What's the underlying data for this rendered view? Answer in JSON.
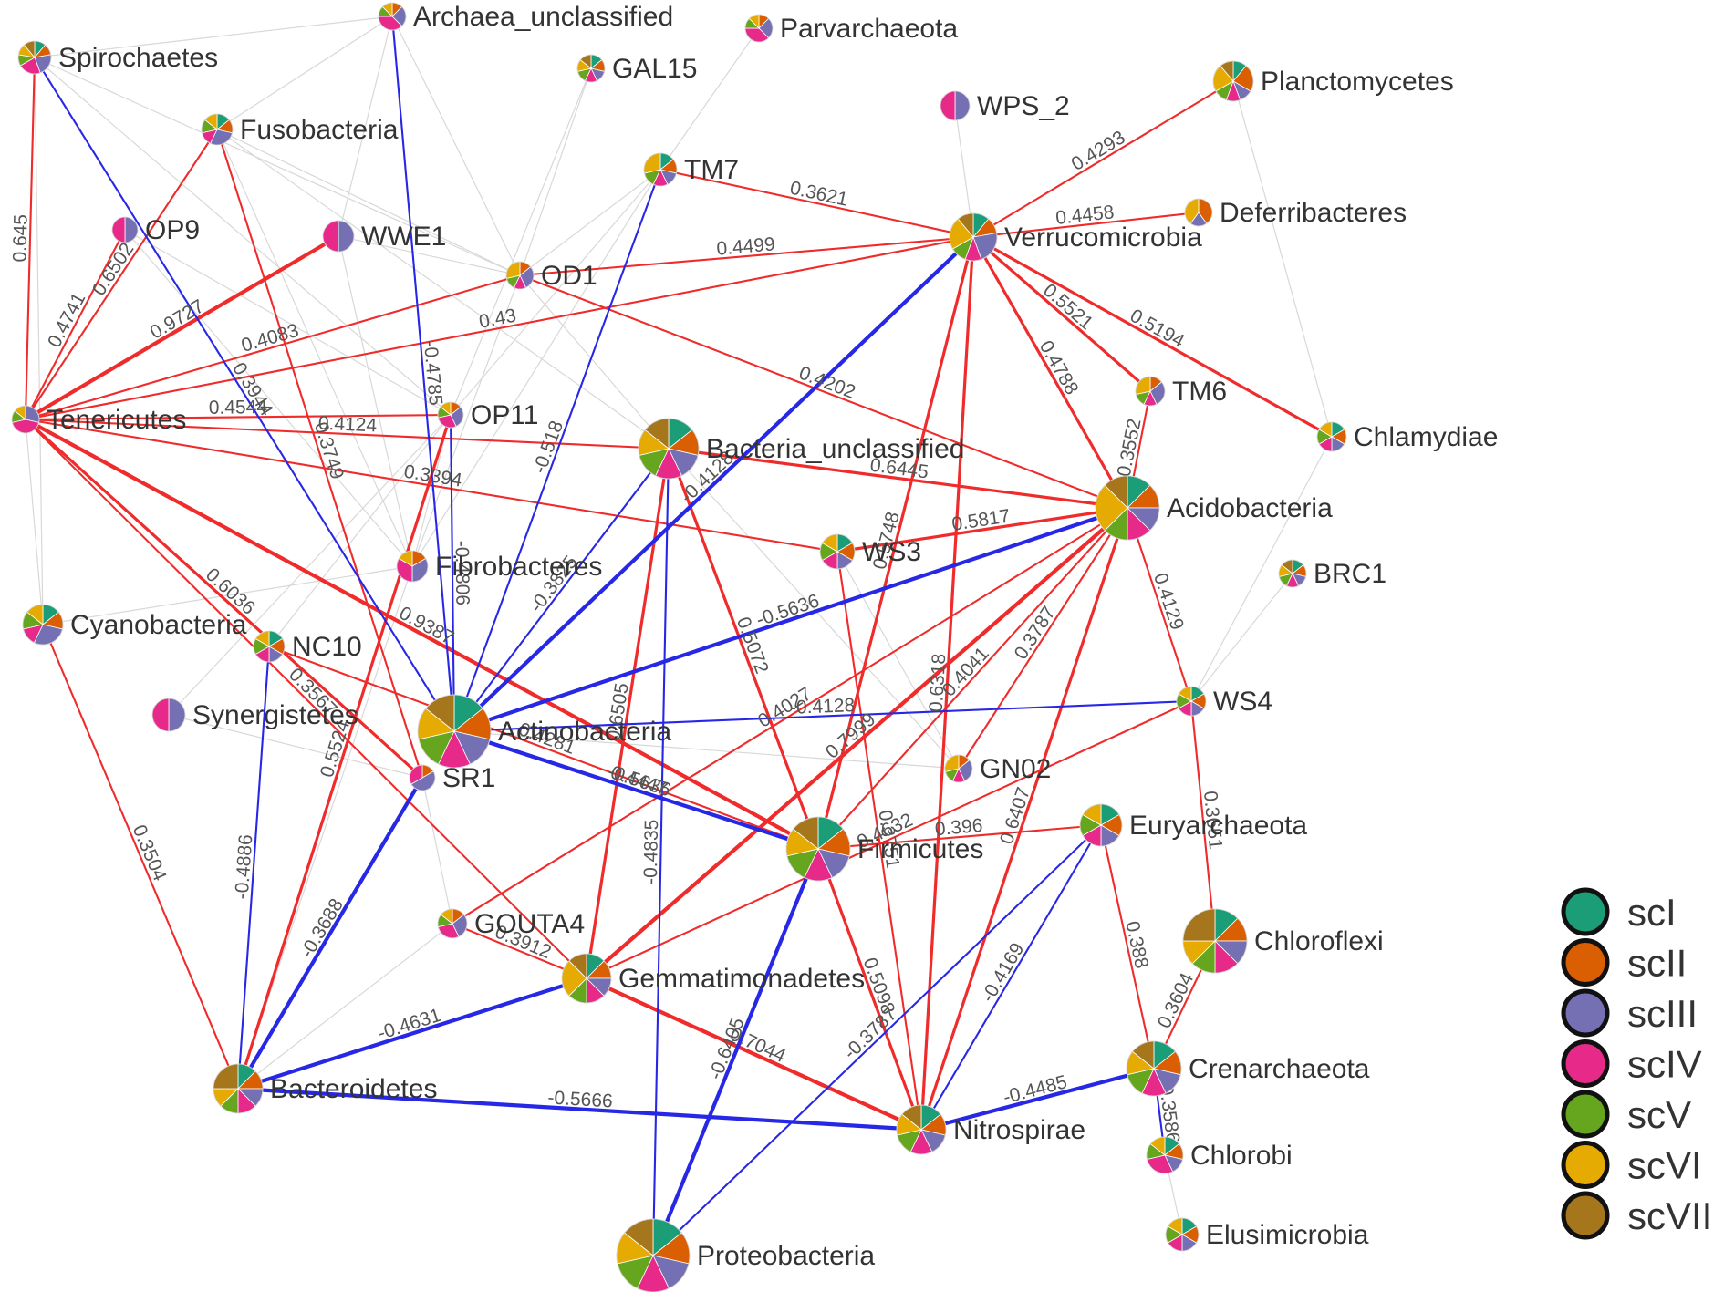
{
  "legend": [
    {
      "label": "scI",
      "color": "#1b9e77"
    },
    {
      "label": "scII",
      "color": "#d95f02"
    },
    {
      "label": "scIII",
      "color": "#7570b3"
    },
    {
      "label": "scIV",
      "color": "#e7298a"
    },
    {
      "label": "scV",
      "color": "#66a61e"
    },
    {
      "label": "scVI",
      "color": "#e6ab02"
    },
    {
      "label": "scVII",
      "color": "#a6761d"
    }
  ],
  "nodes": [
    {
      "id": "Spirochaetes",
      "label": "Spirochaetes",
      "shares": [
        1,
        1,
        2,
        2,
        1,
        1,
        1
      ]
    },
    {
      "id": "Archaea_unclassified",
      "label": "Archaea_unclassified",
      "shares": [
        0,
        1,
        2,
        3,
        1,
        1,
        0
      ]
    },
    {
      "id": "Parvarchaeota",
      "label": "Parvarchaeota",
      "shares": [
        0,
        1,
        2,
        3,
        1,
        1,
        0
      ]
    },
    {
      "id": "GAL15",
      "label": "GAL15",
      "shares": [
        1,
        1,
        1,
        1,
        1,
        1,
        1
      ]
    },
    {
      "id": "Fusobacteria",
      "label": "Fusobacteria",
      "shares": [
        1,
        1,
        2,
        1,
        1,
        1,
        0
      ]
    },
    {
      "id": "WPS_2",
      "label": "WPS_2",
      "shares": [
        0,
        0,
        3,
        3,
        0,
        0,
        0
      ]
    },
    {
      "id": "Planctomycetes",
      "label": "Planctomycetes",
      "shares": [
        1,
        2,
        1,
        1,
        1,
        2,
        1
      ]
    },
    {
      "id": "TM7",
      "label": "TM7",
      "shares": [
        1,
        1,
        1,
        1,
        1,
        2,
        0
      ]
    },
    {
      "id": "OP9",
      "label": "OP9",
      "shares": [
        0,
        0,
        3,
        3,
        0,
        0,
        0
      ]
    },
    {
      "id": "WWE1",
      "label": "WWE1",
      "shares": [
        0,
        0,
        3,
        3,
        0,
        0,
        0
      ]
    },
    {
      "id": "Deferribacteres",
      "label": "Deferribacteres",
      "shares": [
        0,
        2,
        1,
        0,
        0,
        2,
        0
      ]
    },
    {
      "id": "Verrucomicrobia",
      "label": "Verrucomicrobia",
      "shares": [
        1,
        1,
        2,
        1,
        1,
        2,
        1
      ]
    },
    {
      "id": "OD1",
      "label": "OD1",
      "shares": [
        0,
        1,
        2,
        1,
        1,
        2,
        0
      ]
    },
    {
      "id": "TM6",
      "label": "TM6",
      "shares": [
        0,
        1,
        2,
        1,
        1,
        2,
        0
      ]
    },
    {
      "id": "Tenericutes",
      "label": "Tenericutes",
      "shares": [
        0,
        0,
        2,
        3,
        1,
        1,
        0
      ]
    },
    {
      "id": "OP11",
      "label": "OP11",
      "shares": [
        0,
        1,
        2,
        2,
        1,
        1,
        0
      ]
    },
    {
      "id": "Bacteria_unclassified",
      "label": "Bacteria_unclassified",
      "shares": [
        1,
        1,
        1,
        1,
        1,
        1,
        1
      ]
    },
    {
      "id": "Chlamydiae",
      "label": "Chlamydiae",
      "shares": [
        1,
        1,
        1,
        1,
        1,
        1,
        0
      ]
    },
    {
      "id": "Acidobacteria",
      "label": "Acidobacteria",
      "shares": [
        1,
        1,
        1,
        1,
        1,
        2,
        1
      ]
    },
    {
      "id": "WS3",
      "label": "WS3",
      "shares": [
        1,
        1,
        1,
        1,
        1,
        1,
        0
      ]
    },
    {
      "id": "Fibrobacteres",
      "label": "Fibrobacteres",
      "shares": [
        0,
        1,
        2,
        2,
        0,
        1,
        0
      ]
    },
    {
      "id": "BRC1",
      "label": "BRC1",
      "shares": [
        1,
        1,
        1,
        1,
        1,
        1,
        1
      ]
    },
    {
      "id": "Cyanobacteria",
      "label": "Cyanobacteria",
      "shares": [
        1,
        1,
        2,
        1,
        1,
        1,
        0
      ]
    },
    {
      "id": "NC10",
      "label": "NC10",
      "shares": [
        1,
        1,
        1,
        1,
        1,
        1,
        0
      ]
    },
    {
      "id": "Synergistetes",
      "label": "Synergistetes",
      "shares": [
        0,
        0,
        3,
        3,
        0,
        0,
        0
      ]
    },
    {
      "id": "WS4",
      "label": "WS4",
      "shares": [
        1,
        1,
        1,
        1,
        1,
        1,
        0
      ]
    },
    {
      "id": "Actinobacteria",
      "label": "Actinobacteria",
      "shares": [
        1,
        1,
        1,
        1,
        1,
        1,
        1
      ]
    },
    {
      "id": "GN02",
      "label": "GN02",
      "shares": [
        0,
        1,
        2,
        1,
        1,
        2,
        0
      ]
    },
    {
      "id": "SR1",
      "label": "SR1",
      "shares": [
        0,
        1,
        3,
        2,
        0,
        0,
        0
      ]
    },
    {
      "id": "Euryarchaeota",
      "label": "Euryarchaeota",
      "shares": [
        1,
        1,
        1,
        1,
        1,
        1,
        0
      ]
    },
    {
      "id": "Firmicutes",
      "label": "Firmicutes",
      "shares": [
        1,
        1,
        1,
        1,
        1,
        1,
        1
      ]
    },
    {
      "id": "GOUTA4",
      "label": "GOUTA4",
      "shares": [
        0,
        1,
        2,
        2,
        1,
        1,
        0
      ]
    },
    {
      "id": "Chloroflexi",
      "label": "Chloroflexi",
      "shares": [
        1,
        1,
        1,
        1,
        1,
        1,
        2
      ]
    },
    {
      "id": "Gemmatimonadetes",
      "label": "Gemmatimonadetes",
      "shares": [
        1,
        1,
        1,
        1,
        1,
        2,
        1
      ]
    },
    {
      "id": "Crenarchaeota",
      "label": "Crenarchaeota",
      "shares": [
        1,
        1,
        1,
        1,
        1,
        1,
        1
      ]
    },
    {
      "id": "Bacteroidetes",
      "label": "Bacteroidetes",
      "shares": [
        1,
        1,
        1,
        1,
        1,
        1,
        2
      ]
    },
    {
      "id": "Nitrospirae",
      "label": "Nitrospirae",
      "shares": [
        1,
        1,
        1,
        1,
        1,
        1,
        1
      ]
    },
    {
      "id": "Chlorobi",
      "label": "Chlorobi",
      "shares": [
        1,
        1,
        1,
        2,
        1,
        1,
        0
      ]
    },
    {
      "id": "Elusimicrobia",
      "label": "Elusimicrobia",
      "shares": [
        1,
        1,
        1,
        1,
        1,
        1,
        0
      ]
    },
    {
      "id": "Proteobacteria",
      "label": "Proteobacteria",
      "shares": [
        1,
        1,
        1,
        1,
        1,
        1,
        1
      ]
    }
  ],
  "edges": [
    {
      "from": "Tenericutes",
      "to": "Spirochaetes",
      "label": "0.645",
      "sign": "positive",
      "strength": 1
    },
    {
      "from": "Tenericutes",
      "to": "Fusobacteria",
      "label": "0.6502",
      "sign": "positive",
      "strength": 1
    },
    {
      "from": "Tenericutes",
      "to": "OP9",
      "label": "0.4741",
      "sign": "positive",
      "strength": 1
    },
    {
      "from": "Tenericutes",
      "to": "WWE1",
      "label": "0.9727",
      "sign": "positive",
      "strength": 3
    },
    {
      "from": "Tenericutes",
      "to": "OD1",
      "label": "0.4083",
      "sign": "positive",
      "strength": 1
    },
    {
      "from": "Tenericutes",
      "to": "Verrucomicrobia",
      "label": "0.43",
      "sign": "positive",
      "strength": 1
    },
    {
      "from": "Tenericutes",
      "to": "OP11",
      "label": "0.4544",
      "sign": "positive",
      "strength": 1
    },
    {
      "from": "Tenericutes",
      "to": "Bacteria_unclassified",
      "label": "0.4124",
      "sign": "positive",
      "strength": 1
    },
    {
      "from": "Tenericutes",
      "to": "WS3",
      "label": "0.3394",
      "sign": "positive",
      "strength": 1
    },
    {
      "from": "Tenericutes",
      "to": "Firmicutes",
      "label": "0.9387",
      "sign": "positive",
      "strength": 3
    },
    {
      "from": "Tenericutes",
      "to": "SR1",
      "label": "0.6036",
      "sign": "positive",
      "strength": 2
    },
    {
      "from": "Tenericutes",
      "to": "Gemmatimonadetes",
      "label": "0.3567",
      "sign": "positive",
      "strength": 1
    },
    {
      "from": "TM7",
      "to": "Verrucomicrobia",
      "label": "0.3621",
      "sign": "positive",
      "strength": 1
    },
    {
      "from": "OD1",
      "to": "Verrucomicrobia",
      "label": "0.4499",
      "sign": "positive",
      "strength": 1
    },
    {
      "from": "Verrucomicrobia",
      "to": "Planctomycetes",
      "label": "0.4293",
      "sign": "positive",
      "strength": 1
    },
    {
      "from": "Verrucomicrobia",
      "to": "Deferribacteres",
      "label": "0.4458",
      "sign": "positive",
      "strength": 1
    },
    {
      "from": "Verrucomicrobia",
      "to": "TM6",
      "label": "0.5521",
      "sign": "positive",
      "strength": 2
    },
    {
      "from": "Verrucomicrobia",
      "to": "Chlamydiae",
      "label": "0.5194",
      "sign": "positive",
      "strength": 2
    },
    {
      "from": "Verrucomicrobia",
      "to": "Acidobacteria",
      "label": "0.4788",
      "sign": "positive",
      "strength": 2
    },
    {
      "from": "Verrucomicrobia",
      "to": "Firmicutes",
      "label": "0.5748",
      "sign": "positive",
      "strength": 2
    },
    {
      "from": "Verrucomicrobia",
      "to": "Nitrospirae",
      "label": "0.6318",
      "sign": "positive",
      "strength": 2
    },
    {
      "from": "OD1",
      "to": "Acidobacteria",
      "label": "0.4202",
      "sign": "positive",
      "strength": 1
    },
    {
      "from": "TM6",
      "to": "Acidobacteria",
      "label": "0.3552",
      "sign": "positive",
      "strength": 1
    },
    {
      "from": "Bacteria_unclassified",
      "to": "Acidobacteria",
      "label": "0.6445",
      "sign": "positive",
      "strength": 2
    },
    {
      "from": "WS3",
      "to": "Acidobacteria",
      "label": "0.5817",
      "sign": "positive",
      "strength": 2
    },
    {
      "from": "Acidobacteria",
      "to": "WS4",
      "label": "0.4129",
      "sign": "positive",
      "strength": 1
    },
    {
      "from": "Acidobacteria",
      "to": "GN02",
      "label": "0.3787",
      "sign": "positive",
      "strength": 1
    },
    {
      "from": "Acidobacteria",
      "to": "Gemmatimonadetes",
      "label": "0.7999",
      "sign": "positive",
      "strength": 3
    },
    {
      "from": "Acidobacteria",
      "to": "Nitrospirae",
      "label": "0.6407",
      "sign": "positive",
      "strength": 2
    },
    {
      "from": "Acidobacteria",
      "to": "GOUTA4",
      "label": "0.4027",
      "sign": "positive",
      "strength": 1
    },
    {
      "from": "Acidobacteria",
      "to": "Firmicutes",
      "label": "0.4041",
      "sign": "positive",
      "strength": 1
    },
    {
      "from": "WS4",
      "to": "Chloroflexi",
      "label": "0.3651",
      "sign": "positive",
      "strength": 1
    },
    {
      "from": "Bacteria_unclassified",
      "to": "Gemmatimonadetes",
      "label": "0.6505",
      "sign": "positive",
      "strength": 2
    },
    {
      "from": "Bacteria_unclassified",
      "to": "Firmicutes",
      "label": "0.5072",
      "sign": "positive",
      "strength": 2
    },
    {
      "from": "WS3",
      "to": "Nitrospirae",
      "label": "0.3751",
      "sign": "positive",
      "strength": 1
    },
    {
      "from": "Firmicutes",
      "to": "Euryarchaeota",
      "label": "0.396",
      "sign": "positive",
      "strength": 1
    },
    {
      "from": "Firmicutes",
      "to": "Nitrospirae",
      "label": "0.5098",
      "sign": "positive",
      "strength": 2
    },
    {
      "from": "Actinobacteria",
      "to": "Firmicutes",
      "label": "0.4447",
      "sign": "positive",
      "strength": 1
    },
    {
      "from": "Gemmatimonadetes",
      "to": "Nitrospirae",
      "label": "0.7044",
      "sign": "positive",
      "strength": 3
    },
    {
      "from": "GOUTA4",
      "to": "Gemmatimonadetes",
      "label": "0.3912",
      "sign": "positive",
      "strength": 1
    },
    {
      "from": "Gemmatimonadetes",
      "to": "WS4",
      "label": "0.4632",
      "sign": "positive",
      "strength": 1
    },
    {
      "from": "Euryarchaeota",
      "to": "Crenarchaeota",
      "label": "0.388",
      "sign": "positive",
      "strength": 1
    },
    {
      "from": "Chloroflexi",
      "to": "Crenarchaeota",
      "label": "0.3604",
      "sign": "positive",
      "strength": 1
    },
    {
      "from": "Fusobacteria",
      "to": "SR1",
      "label": "0.3749",
      "sign": "positive",
      "strength": 1
    },
    {
      "from": "NC10",
      "to": "Firmicutes",
      "label": "0.4281",
      "sign": "positive",
      "strength": 1
    },
    {
      "from": "Cyanobacteria",
      "to": "Bacteroidetes",
      "label": "0.3504",
      "sign": "positive",
      "strength": 1
    },
    {
      "from": "OP11",
      "to": "Bacteroidetes",
      "label": "0.5524",
      "sign": "positive",
      "strength": 2
    },
    {
      "from": "Spirochaetes",
      "to": "Actinobacteria",
      "label": "0.3944",
      "sign": "negative",
      "strength": 1
    },
    {
      "from": "Archaea_unclassified",
      "to": "Actinobacteria",
      "label": "-0.4785",
      "sign": "negative",
      "strength": 1
    },
    {
      "from": "TM7",
      "to": "Actinobacteria",
      "label": "-0.518",
      "sign": "negative",
      "strength": 1
    },
    {
      "from": "OP11",
      "to": "Actinobacteria",
      "label": "-0.4806",
      "sign": "negative",
      "strength": 1
    },
    {
      "from": "Bacteria_unclassified",
      "to": "Actinobacteria",
      "label": "-0.3825",
      "sign": "negative",
      "strength": 1
    },
    {
      "from": "Verrucomicrobia",
      "to": "Actinobacteria",
      "label": "-0.4128",
      "sign": "negative",
      "strength": 3
    },
    {
      "from": "Acidobacteria",
      "to": "Actinobacteria",
      "label": "-0.5636",
      "sign": "negative",
      "strength": 3
    },
    {
      "from": "Actinobacteria",
      "to": "WS4",
      "label": "-0.4128",
      "sign": "negative",
      "strength": 1
    },
    {
      "from": "NC10",
      "to": "Bacteroidetes",
      "label": "-0.4886",
      "sign": "negative",
      "strength": 1
    },
    {
      "from": "SR1",
      "to": "Bacteroidetes",
      "label": "-0.3688",
      "sign": "negative",
      "strength": 3
    },
    {
      "from": "Gemmatimonadetes",
      "to": "Bacteroidetes",
      "label": "-0.4631",
      "sign": "negative",
      "strength": 3
    },
    {
      "from": "Bacteroidetes",
      "to": "Nitrospirae",
      "label": "-0.5666",
      "sign": "negative",
      "strength": 3
    },
    {
      "from": "Actinobacteria",
      "to": "Firmicutes",
      "label": "-0.5636",
      "sign": "negative",
      "strength": 3
    },
    {
      "from": "Bacteria_unclassified",
      "to": "Proteobacteria",
      "label": "-0.4835",
      "sign": "negative",
      "strength": 1
    },
    {
      "from": "Firmicutes",
      "to": "Proteobacteria",
      "label": "-0.6405",
      "sign": "negative",
      "strength": 3
    },
    {
      "from": "Euryarchaeota",
      "to": "Proteobacteria",
      "label": "-0.3787",
      "sign": "negative",
      "strength": 1
    },
    {
      "from": "Euryarchaeota",
      "to": "Nitrospirae",
      "label": "-0.4169",
      "sign": "negative",
      "strength": 1
    },
    {
      "from": "Nitrospirae",
      "to": "Crenarchaeota",
      "label": "-0.4485",
      "sign": "negative",
      "strength": 3
    },
    {
      "from": "Crenarchaeota",
      "to": "Chlorobi",
      "label": "-0.3586",
      "sign": "negative",
      "strength": 1
    }
  ],
  "faint_edges": [
    [
      "Spirochaetes",
      "OD1"
    ],
    [
      "Spirochaetes",
      "OP11"
    ],
    [
      "Spirochaetes",
      "Archaea_unclassified"
    ],
    [
      "Fusobacteria",
      "OD1"
    ],
    [
      "Fusobacteria",
      "Fibrobacteres"
    ],
    [
      "Fusobacteria",
      "Bacteria_unclassified"
    ],
    [
      "Archaea_unclassified",
      "OD1"
    ],
    [
      "Archaea_unclassified",
      "WWE1"
    ],
    [
      "Archaea_unclassified",
      "Fusobacteria"
    ],
    [
      "GAL15",
      "OD1"
    ],
    [
      "GAL15",
      "OP11"
    ],
    [
      "Parvarchaeota",
      "TM7"
    ],
    [
      "TM7",
      "OD1"
    ],
    [
      "TM7",
      "OP11"
    ],
    [
      "TM7",
      "Fibrobacteres"
    ],
    [
      "WPS_2",
      "Verrucomicrobia"
    ],
    [
      "WWE1",
      "OD1"
    ],
    [
      "WWE1",
      "Fibrobacteres"
    ],
    [
      "OP9",
      "Fibrobacteres"
    ],
    [
      "OP9",
      "OP11"
    ],
    [
      "OD1",
      "Fibrobacteres"
    ],
    [
      "OP11",
      "Fibrobacteres"
    ],
    [
      "OP11",
      "NC10"
    ],
    [
      "Fibrobacteres",
      "Bacteroidetes"
    ],
    [
      "Fibrobacteres",
      "Cyanobacteria"
    ],
    [
      "Cyanobacteria",
      "Tenericutes"
    ],
    [
      "Cyanobacteria",
      "Spirochaetes"
    ],
    [
      "Synergistetes",
      "SR1"
    ],
    [
      "Synergistetes",
      "OP11"
    ],
    [
      "Bacteria_unclassified",
      "GN02"
    ],
    [
      "GN02",
      "Actinobacteria"
    ],
    [
      "SR1",
      "GOUTA4"
    ],
    [
      "GOUTA4",
      "Bacteroidetes"
    ],
    [
      "Chlamydiae",
      "WS4"
    ],
    [
      "BRC1",
      "WS4"
    ],
    [
      "Planctomycetes",
      "Chlamydiae"
    ],
    [
      "Chlorobi",
      "Elusimicrobia"
    ],
    [
      "WS3",
      "GN02"
    ],
    [
      "OD1",
      "Bacteria_unclassified"
    ]
  ]
}
